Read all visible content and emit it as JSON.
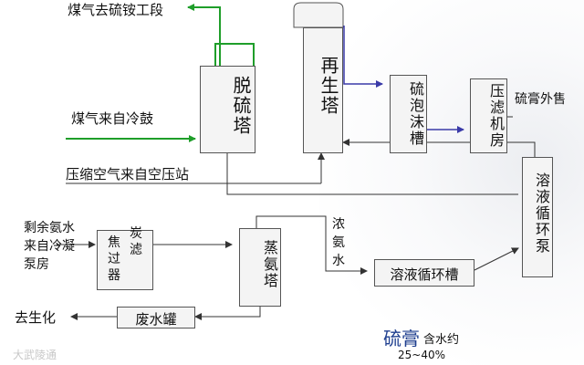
{
  "colors": {
    "gas_line": "#1f9e2a",
    "foam_line": "#3a3aa8",
    "line": "#333333",
    "box_fill": "#f4f4f4",
    "note_color": "#1f3f8f"
  },
  "labels": {
    "gas_out": "煤气去硫铵工段",
    "gas_in": "煤气来自冷鼓",
    "compressed_air": "压缩空气来自空压站",
    "residual_ammonia": [
      "剩余氨水",
      "来自冷凝",
      "泵房"
    ],
    "to_biochem": "去生化",
    "sulfur_sale": "硫膏外售",
    "conc_ammonia": [
      "浓",
      "氨",
      "水"
    ]
  },
  "boxes": {
    "desulfurization_tower": "脱硫塔",
    "regeneration_tower": "再生塔",
    "sulfur_foam_tank": "硫泡沫槽",
    "filter_press": "压滤机房",
    "solution_pump": "溶液循环泵",
    "coke_filter": [
      "焦",
      "过",
      "器",
      "炭",
      "滤"
    ],
    "ammonia_still": "蒸氨塔",
    "solution_tank": "溶液循环槽",
    "waste_water_tank": "废水罐"
  },
  "note": {
    "title": "硫膏",
    "body": "含水约",
    "range": "25~40%"
  },
  "watermark": "大武陵通"
}
